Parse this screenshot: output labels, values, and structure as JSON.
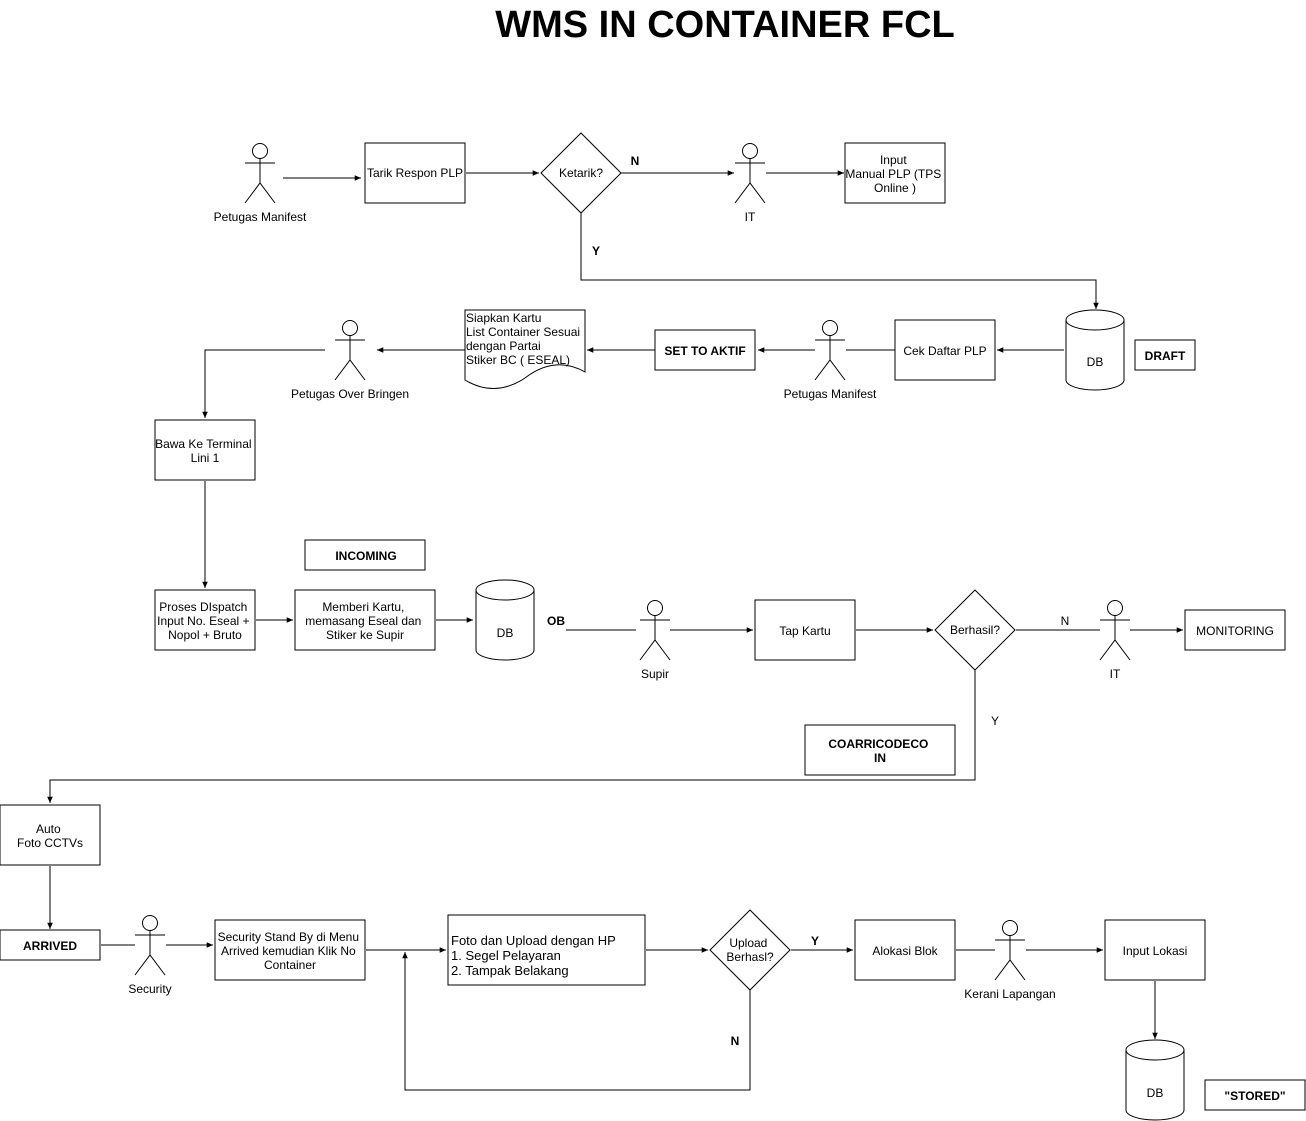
{
  "title": "WMS IN  CONTAINER FCL",
  "actors": {
    "petugas_manifest_1": "Petugas Manifest",
    "it_1": "IT",
    "petugas_manifest_2": "Petugas Manifest",
    "petugas_over_bringen": "Petugas Over Bringen",
    "supir": "Supir",
    "it_2": "IT",
    "security": "Security",
    "kerani_lapangan": "Kerani Lapangan"
  },
  "processes": {
    "tarik_respon_plp": [
      "Tarik Respon PLP"
    ],
    "input_manual_plp": [
      "Input",
      "Manual PLP (TPS",
      "Online )"
    ],
    "cek_daftar_plp": [
      "Cek Daftar PLP"
    ],
    "set_to_aktif": [
      "SET TO AKTIF"
    ],
    "bawa_ke_terminal": [
      "Bawa Ke Terminal",
      "Lini 1"
    ],
    "proses_dispatch": [
      "Proses DIspatch",
      "Input No. Eseal +",
      "Nopol + Bruto"
    ],
    "memberi_kartu": [
      "Memberi Kartu,",
      "memasang Eseal dan",
      "Stiker ke Supir"
    ],
    "tap_kartu": [
      "Tap Kartu"
    ],
    "monitoring": [
      "MONITORING"
    ],
    "auto_foto_cctv": [
      "Auto",
      "Foto CCTVs"
    ],
    "security_stand_by": [
      "Security Stand By di Menu",
      "Arrived kemudian Klik No",
      "Container"
    ],
    "foto_upload": [
      "Foto dan Upload dengan HP",
      "1. Segel Pelayaran",
      "2. Tampak Belakang"
    ],
    "alokasi_blok": [
      "Alokasi Blok"
    ],
    "input_lokasi": [
      "Input Lokasi"
    ]
  },
  "document": [
    "Siapkan Kartu",
    "List Container Sesuai",
    "dengan Partai",
    "Stiker BC ( ESEAL)"
  ],
  "decisions": {
    "ketarik": [
      "Ketarik?"
    ],
    "berhasil": [
      "Berhasil?"
    ],
    "upload_berhasil": [
      "Upload",
      "Berhasl?"
    ]
  },
  "databases": {
    "db_1": "DB",
    "db_2": "DB",
    "db_3": "DB"
  },
  "status_labels": {
    "draft": [
      "DRAFT"
    ],
    "incoming": [
      "INCOMING"
    ],
    "coarricodeco_in": [
      "COARRICODECO",
      "IN"
    ],
    "arrived": [
      "ARRIVED"
    ],
    "stored": [
      "\"STORED\""
    ]
  },
  "edge_labels": {
    "ketarik_n": "N",
    "ketarik_y": "Y",
    "ob": "OB",
    "berhasil_n": "N",
    "berhasil_y": "Y",
    "upload_y": "Y",
    "upload_n": "N"
  }
}
